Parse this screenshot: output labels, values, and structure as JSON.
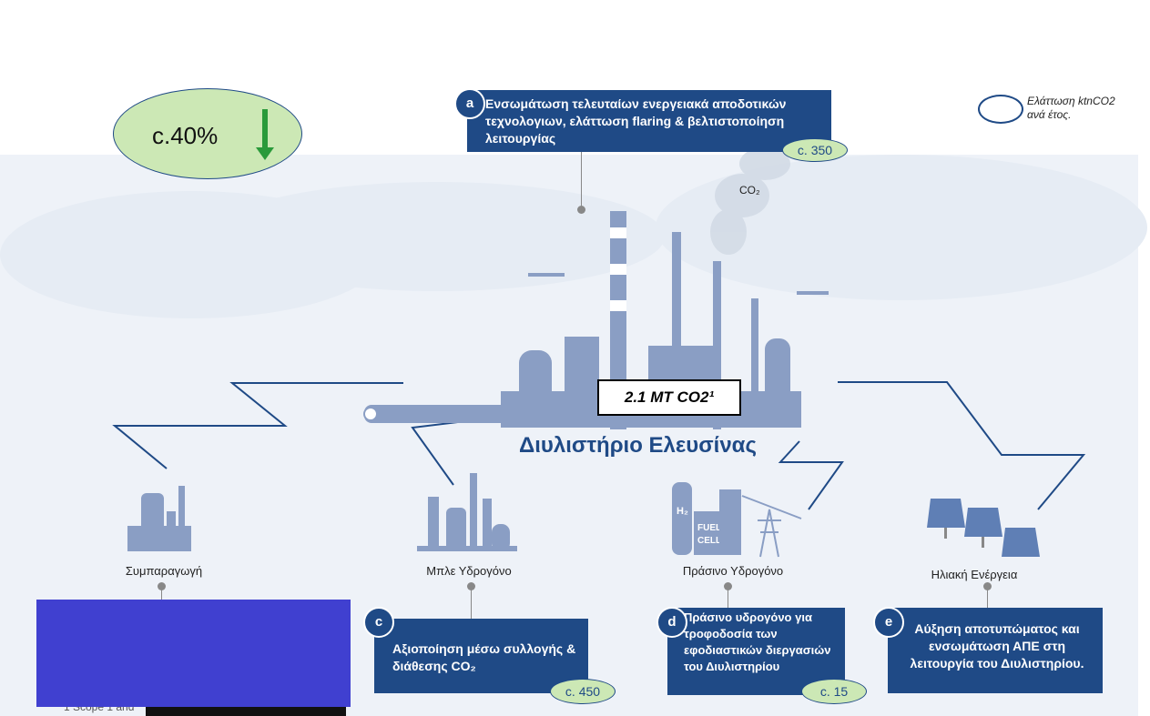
{
  "percent_badge": {
    "value": "c.40%"
  },
  "legend": {
    "line1": "Ελάττωση ktnCO2",
    "line2": "ανά έτος."
  },
  "box_a": {
    "letter": "a",
    "text": "Ενσωμάτωση τελευταίων ενεργειακά αποδοτικών τεχνολογιων, ελάττωση flaring & βελτιστοποίηση λειτουργίας",
    "value": "c. 350"
  },
  "co2_label": "CO₂",
  "total": "2.1 MT CO2¹",
  "refinery": "Διυλιστήριο Ελευσίνας",
  "nodes": {
    "b": {
      "label": "Συμπαραγωγή"
    },
    "c": {
      "label": "Μπλε Υδρογόνο",
      "letter": "c",
      "text": "Αξιοποίηση μέσω συλλογής & διάθεσης CO₂",
      "value": "c. 450"
    },
    "d": {
      "label": "Πράσινο Υδρογόνο",
      "letter": "d",
      "text": "Πράσινο υδρογόνο για τροφοδοσία των εφοδιαστικών διεργασιών του Διυλιστηρίου",
      "value": "c. 15"
    },
    "e": {
      "label": "Ηλιακή Ενέργεια",
      "letter": "e",
      "text": "Αύξηση αποτυπώματος και ενσωμάτωση ΑΠΕ στη λειτουργία του Διυλιστηρίου."
    }
  },
  "footnote": "1 Scope 1 and",
  "colors": {
    "navy": "#1f4a86",
    "green_pill": "#cce8b5",
    "redaction": "#4040d0",
    "refinery_blue": "#8a9ec4"
  }
}
